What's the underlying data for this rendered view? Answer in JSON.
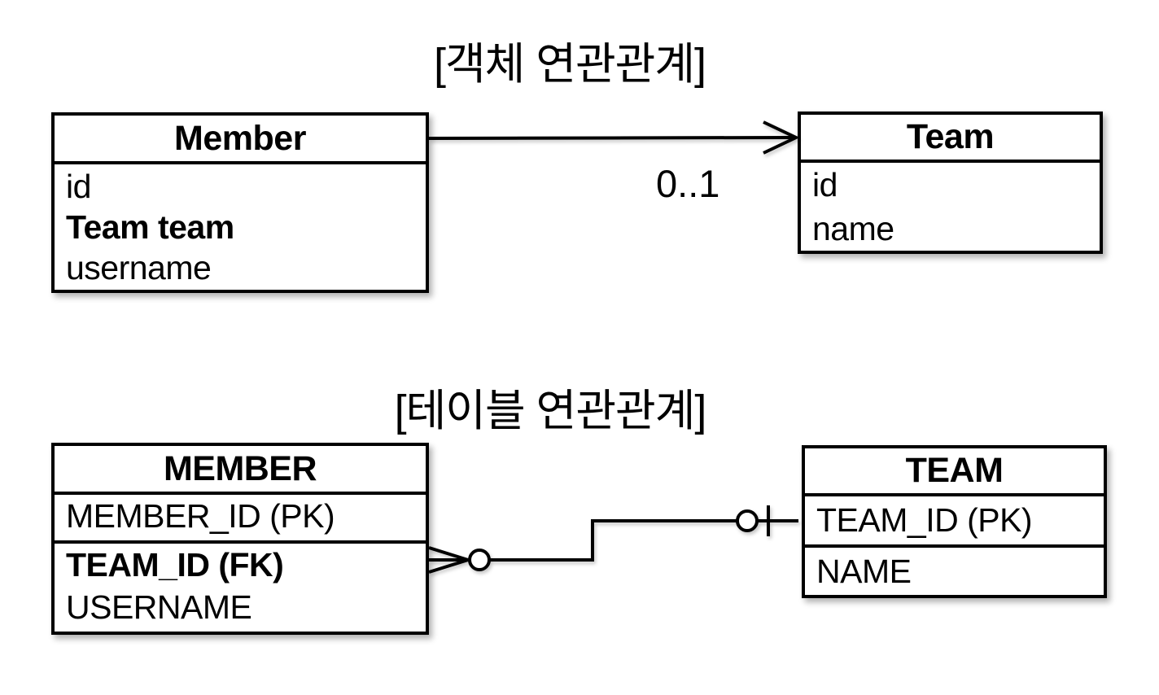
{
  "page": {
    "background": "#ffffff",
    "line_color": "#000000"
  },
  "object_diagram": {
    "title": "[객체 연관관계]",
    "member_class": {
      "name": "Member",
      "fields": [
        "id",
        "Team team",
        "username"
      ]
    },
    "team_class": {
      "name": "Team",
      "fields": [
        "id",
        "name"
      ]
    },
    "association": {
      "multiplicity": "0..1",
      "style": "open-arrow",
      "from": "Member",
      "to": "Team"
    }
  },
  "table_diagram": {
    "title": "[테이블 연관관계]",
    "member_table": {
      "name": "MEMBER",
      "pk_row": "MEMBER_ID (PK)",
      "rows": [
        "TEAM_ID (FK)",
        "USERNAME"
      ]
    },
    "team_table": {
      "name": "TEAM",
      "pk_row": "TEAM_ID (PK)",
      "rows": [
        "NAME"
      ]
    },
    "relationship": {
      "member_end": "zero-or-many-crowsfoot",
      "team_end": "zero-or-one",
      "from": "MEMBER",
      "to": "TEAM"
    }
  }
}
